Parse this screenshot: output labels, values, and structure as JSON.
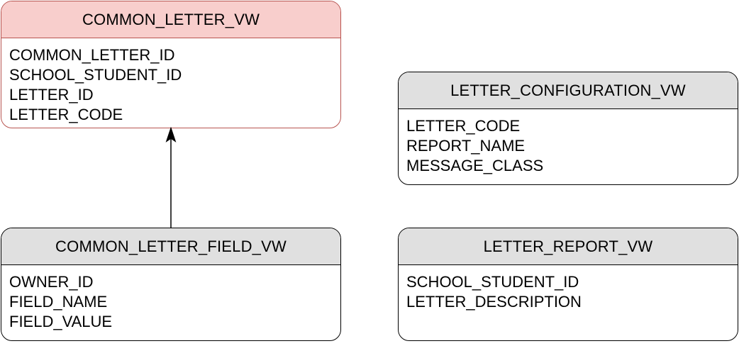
{
  "entities": [
    {
      "name": "COMMON_LETTER_VW",
      "fields": [
        "COMMON_LETTER_ID",
        "SCHOOL_STUDENT_ID",
        "LETTER_ID",
        "LETTER_CODE"
      ],
      "header_color": "#f8cecc",
      "border_color": "#b85450"
    },
    {
      "name": "LETTER_CONFIGURATION_VW",
      "fields": [
        "LETTER_CODE",
        "REPORT_NAME",
        "MESSAGE_CLASS"
      ],
      "header_color": "#e0e0e0",
      "border_color": "#000000"
    },
    {
      "name": "COMMON_LETTER_FIELD_VW",
      "fields": [
        "OWNER_ID",
        "FIELD_NAME",
        "FIELD_VALUE"
      ],
      "header_color": "#e0e0e0",
      "border_color": "#000000"
    },
    {
      "name": "LETTER_REPORT_VW",
      "fields": [
        "SCHOOL_STUDENT_ID",
        "LETTER_DESCRIPTION"
      ],
      "header_color": "#e0e0e0",
      "border_color": "#000000"
    }
  ],
  "relationships": [
    {
      "from": "COMMON_LETTER_FIELD_VW",
      "to": "COMMON_LETTER_VW"
    }
  ]
}
